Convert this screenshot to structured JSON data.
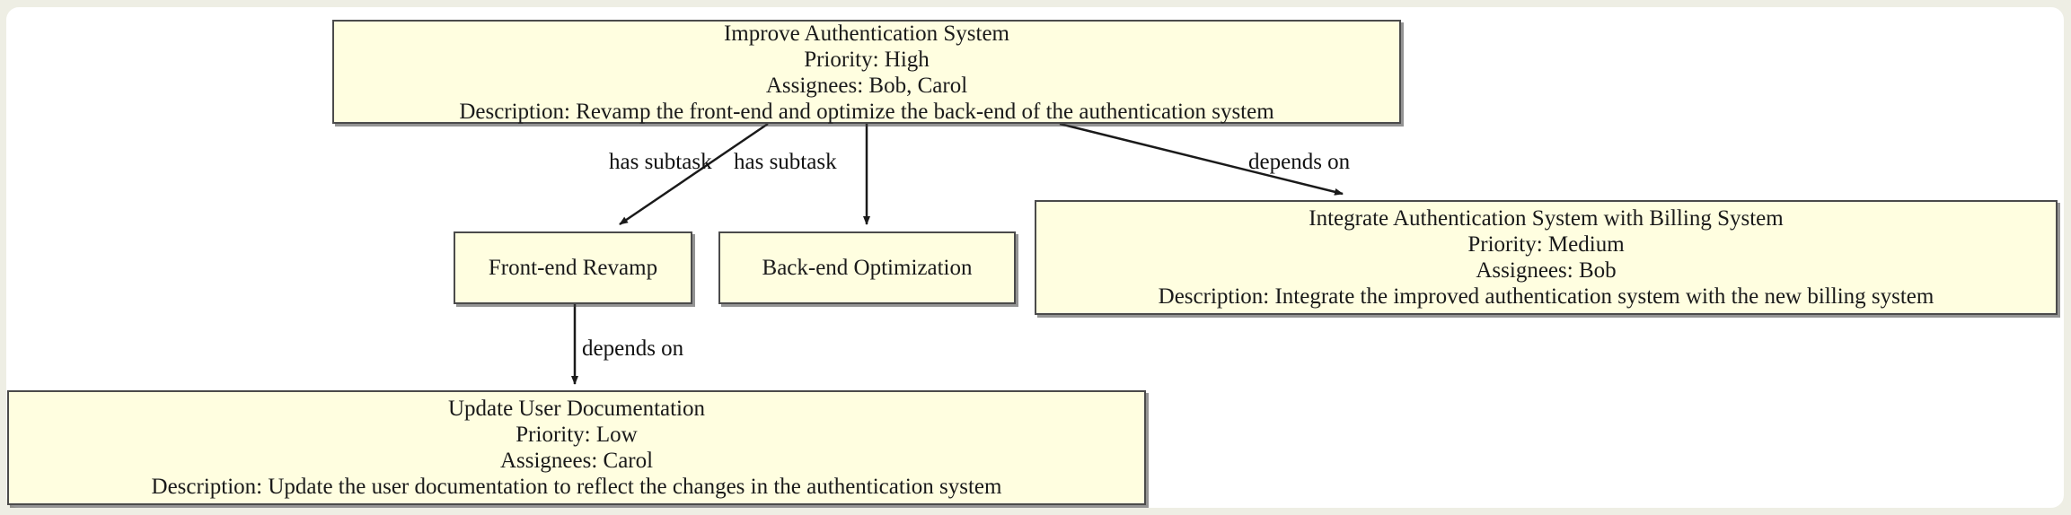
{
  "diagram": {
    "type": "task-dependency-graph",
    "background_color": "#eeeee4",
    "canvas_color": "#ffffff",
    "node_fill_color": "#fffee0",
    "node_border_color": "#4b4b4b",
    "edge_color": "#1a1a1a"
  },
  "nodes": [
    {
      "id": "improve-authentication-system",
      "title": "Improve Authentication System",
      "priority": "Priority: High",
      "assignees": "Assignees: Bob, Carol",
      "description": "Description: Revamp the front-end and optimize the back-end of the authentication system"
    },
    {
      "id": "front-end-revamp",
      "title": "Front-end Revamp"
    },
    {
      "id": "back-end-optimization",
      "title": "Back-end Optimization"
    },
    {
      "id": "integrate-authentication-system",
      "title": "Integrate Authentication System with Billing System",
      "priority": "Priority: Medium",
      "assignees": "Assignees: Bob",
      "description": "Description: Integrate the improved authentication system with the new billing system"
    },
    {
      "id": "update-user-documentation",
      "title": "Update User Documentation",
      "priority": "Priority: Low",
      "assignees": "Assignees: Carol",
      "description": "Description: Update the user documentation to reflect the changes in the authentication system"
    }
  ],
  "edges": [
    {
      "id": "improve-to-front-end",
      "from": "improve-authentication-system",
      "to": "front-end-revamp",
      "label": "has subtask"
    },
    {
      "id": "improve-to-back-end",
      "from": "improve-authentication-system",
      "to": "back-end-optimization",
      "label": "has subtask"
    },
    {
      "id": "improve-to-integrate",
      "from": "improve-authentication-system",
      "to": "integrate-authentication-system",
      "label": "depends on"
    },
    {
      "id": "front-end-to-docs",
      "from": "front-end-revamp",
      "to": "update-user-documentation",
      "label": "depends on"
    }
  ]
}
